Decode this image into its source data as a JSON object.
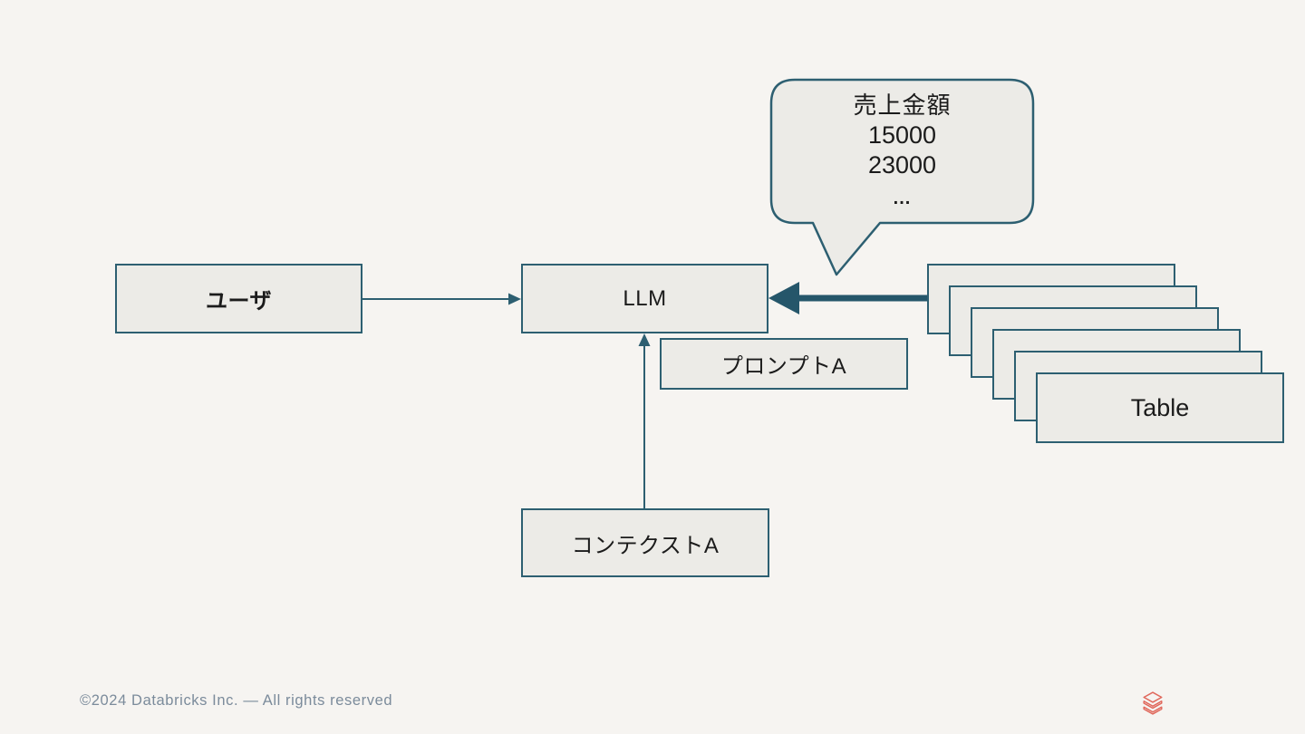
{
  "slide": {
    "background_color": "#f6f4f1",
    "node_fill_color": "#ecebe7",
    "line_color": "#2d5f71",
    "thick_arrow_color": "#25566a",
    "text_color": "#1b1b1b"
  },
  "bubble": {
    "title": "売上金額",
    "values": {
      "line1": "15000",
      "line2": "23000"
    },
    "ellipsis": "..."
  },
  "nodes": {
    "user": {
      "label": "ユーザ"
    },
    "llm": {
      "label": "LLM"
    },
    "prompt": {
      "label": "プロンプトA"
    },
    "context": {
      "label": "コンテクストA"
    },
    "table": {
      "label": "Table",
      "stack_count": 6
    }
  },
  "footer": {
    "copyright": "©2024 Databricks Inc. — All rights reserved",
    "logo": "databricks-stacked-layers",
    "logo_color": "#e0685c"
  }
}
